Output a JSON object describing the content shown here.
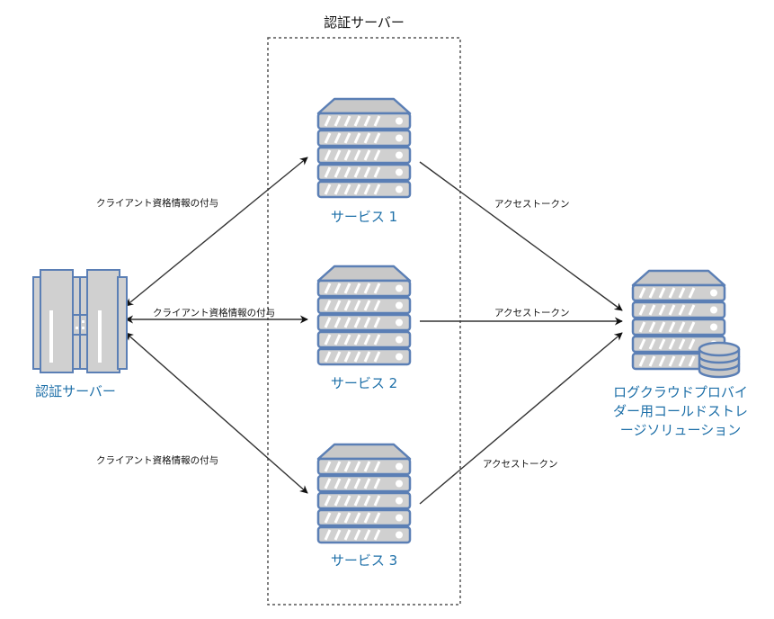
{
  "group": {
    "title": "認証サーバー"
  },
  "nodes": {
    "auth_server": {
      "label": "認証サーバー",
      "icon": "tower-server-icon"
    },
    "service1": {
      "label": "サービス 1",
      "icon": "rack-server-icon"
    },
    "service2": {
      "label": "サービス 2",
      "icon": "rack-server-icon"
    },
    "service3": {
      "label": "サービス 3",
      "icon": "rack-server-icon"
    },
    "storage": {
      "label_lines": [
        "ログクラウドプロバイ",
        "ダー用コールドストレ",
        "ージソリューション"
      ],
      "icon": "storage-server-icon"
    }
  },
  "edges": {
    "auth_to_service1": "クライアント資格情報の付与",
    "auth_to_service2": "クライアント資格情報の付与",
    "auth_to_service3": "クライアント資格情報の付与",
    "service1_to_storage": "アクセストークン",
    "service2_to_storage": "アクセストークン",
    "service3_to_storage": "アクセストークン"
  },
  "colors": {
    "label_blue": "#1d6fa8",
    "server_outline": "#5b7fb5",
    "server_fill": "#d0d0d0"
  }
}
